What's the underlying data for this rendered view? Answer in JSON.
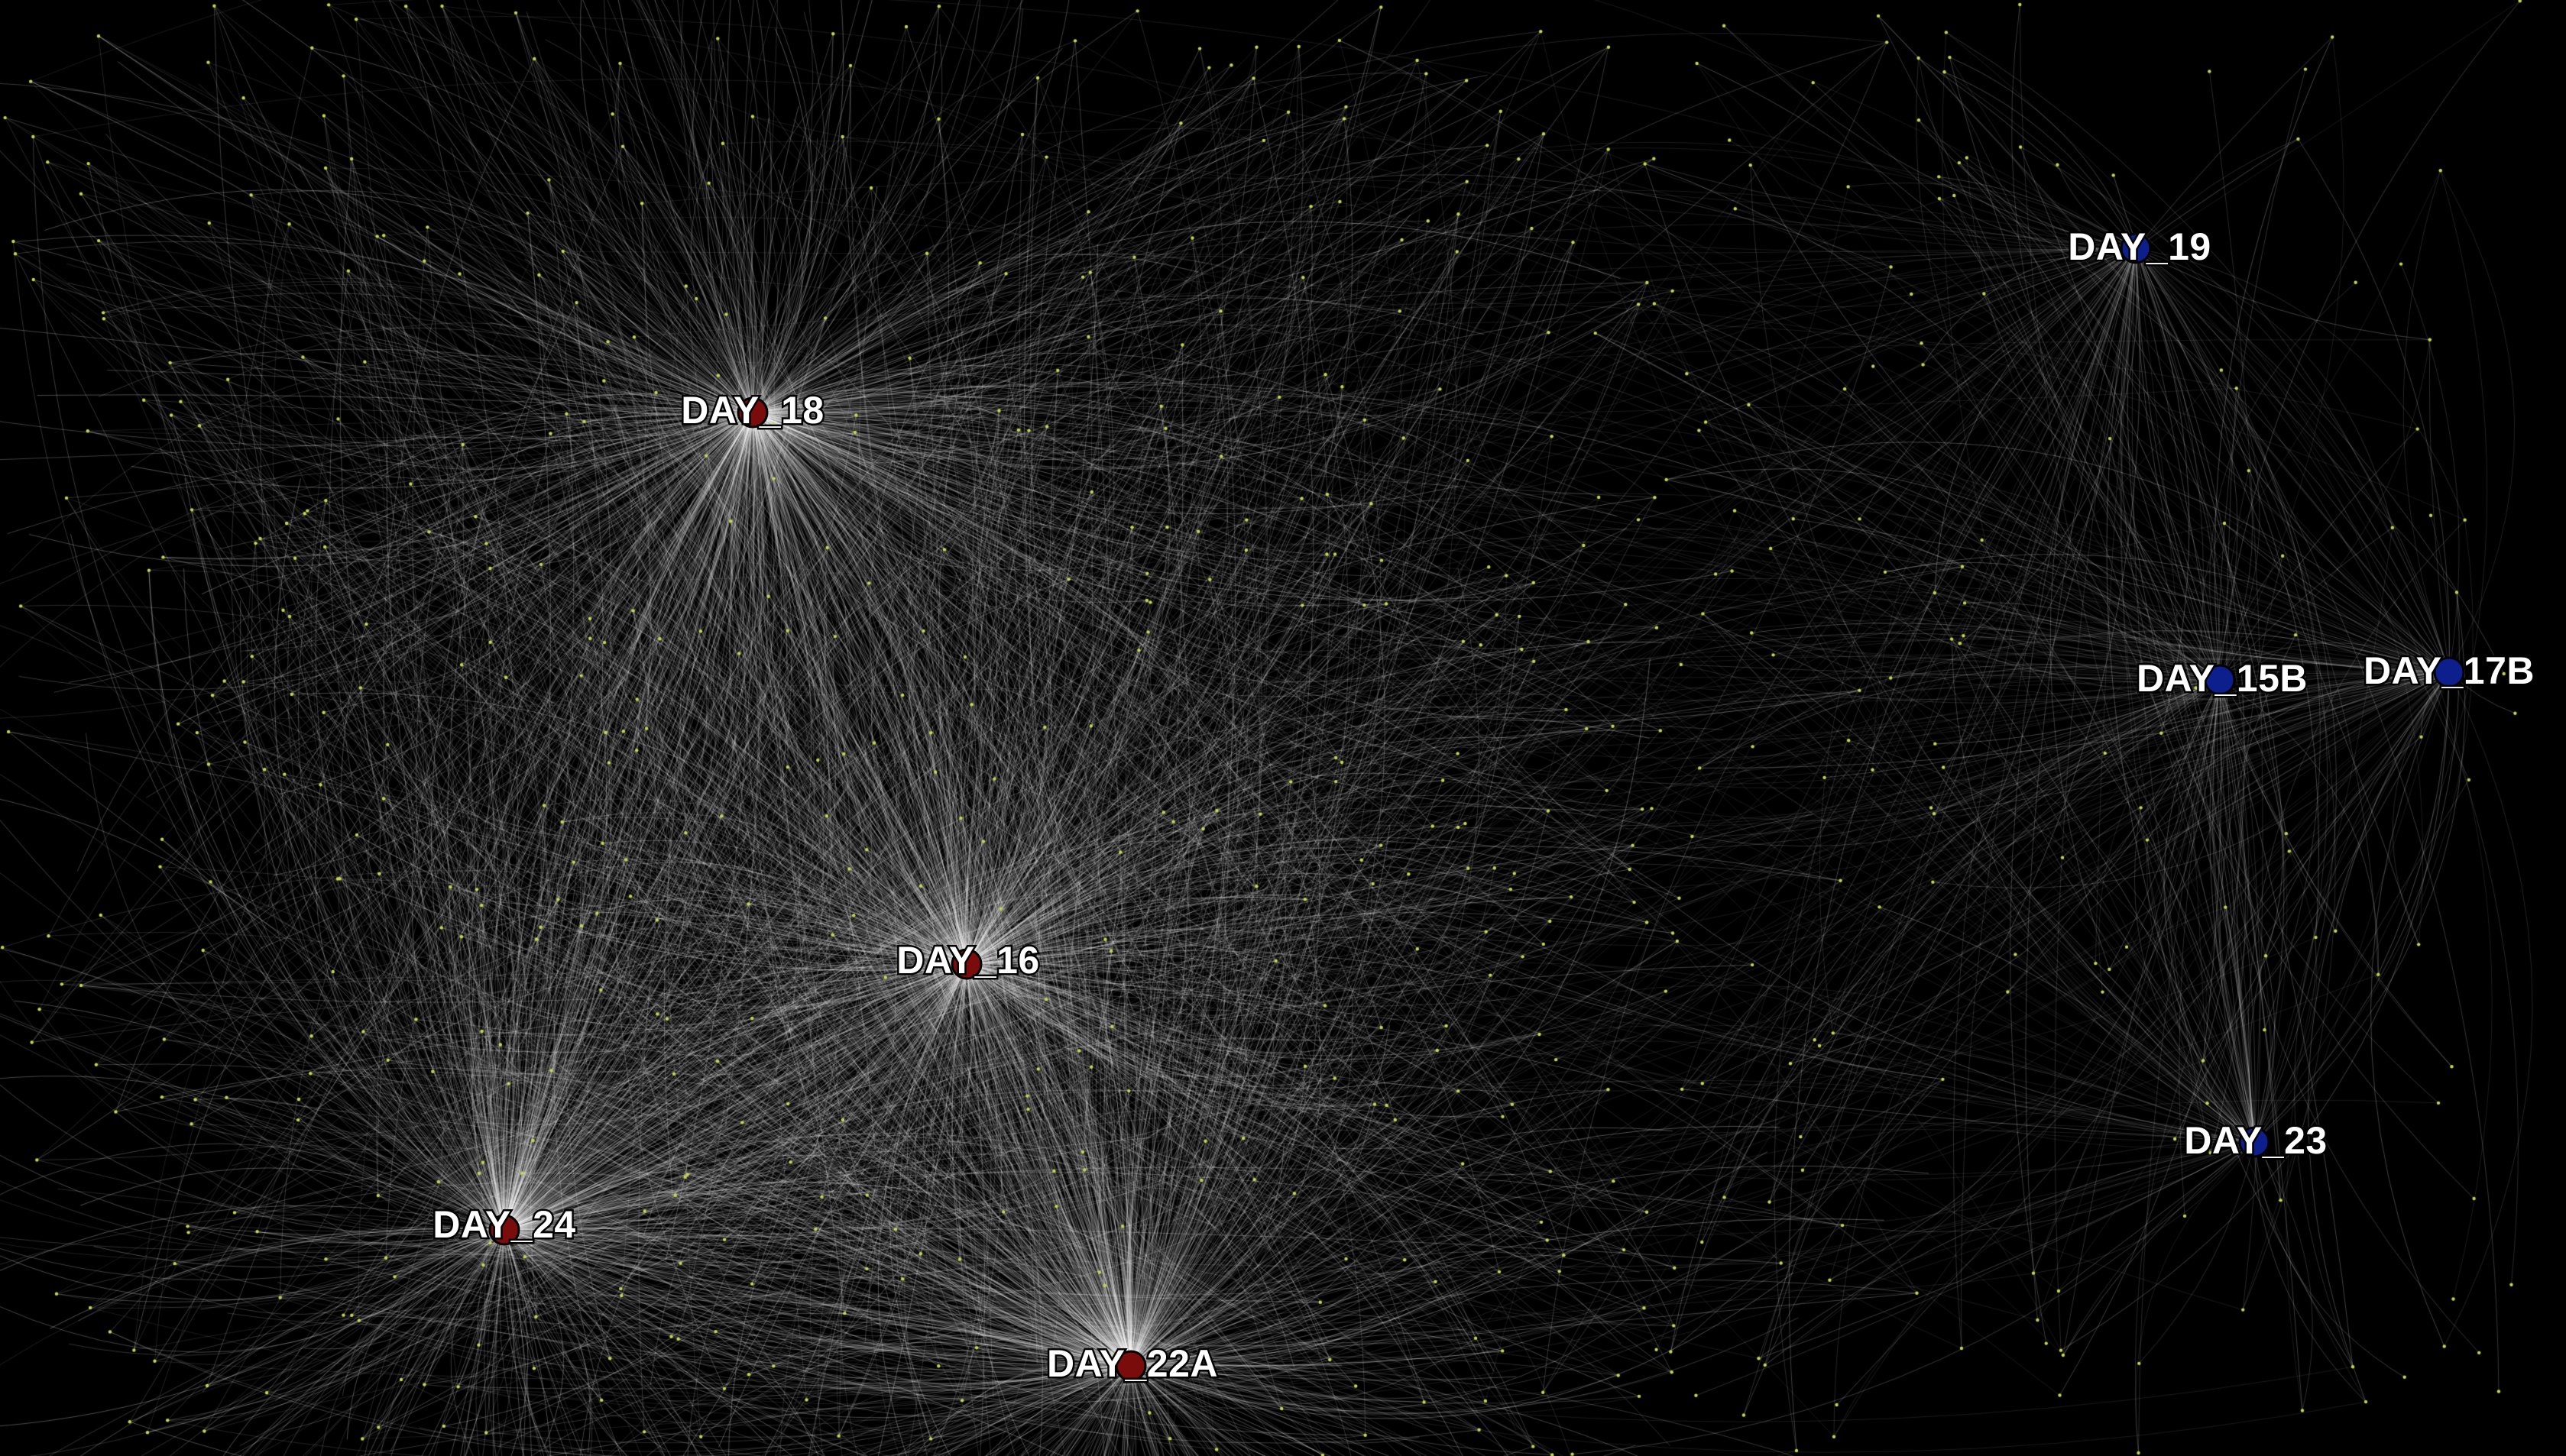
{
  "network": {
    "background": "#000000",
    "edge_color": "#ffffff",
    "leaf_node_color": "#c8d84a",
    "groups": {
      "red": {
        "color": "#7a0c0c"
      },
      "blue": {
        "color": "#0d1f8c"
      }
    },
    "hubs": [
      {
        "id": "day18",
        "label": "DAY_18",
        "group": "red"
      },
      {
        "id": "day16",
        "label": "DAY_16",
        "group": "red"
      },
      {
        "id": "day24",
        "label": "DAY_24",
        "group": "red"
      },
      {
        "id": "day22a",
        "label": "DAY_22A",
        "group": "red"
      },
      {
        "id": "day19",
        "label": "DAY_19",
        "group": "blue"
      },
      {
        "id": "day15b",
        "label": "DAY_15B",
        "group": "blue"
      },
      {
        "id": "day17b",
        "label": "DAY_17B",
        "group": "blue"
      },
      {
        "id": "day23",
        "label": "DAY_23",
        "group": "blue"
      }
    ]
  }
}
